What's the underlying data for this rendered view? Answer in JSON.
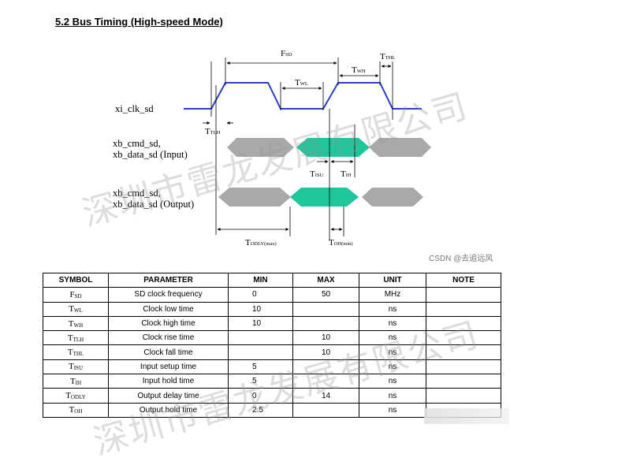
{
  "heading": "5.2 Bus Timing (High-speed Mode)",
  "diagram": {
    "signals": {
      "clk": "xi_clk_sd",
      "input_line1": "xb_cmd_sd,",
      "input_line2": "xb_data_sd (Input)",
      "output_line1": "xb_cmd_sd,",
      "output_line2": "xb_data_sd (Output)"
    },
    "labels": {
      "fsd": {
        "main": "F",
        "sub": "SD"
      },
      "twl": {
        "main": "T",
        "sub": "WL"
      },
      "twh": {
        "main": "T",
        "sub": "WH"
      },
      "tthl": {
        "main": "T",
        "sub": "THL"
      },
      "ttlh": {
        "main": "T",
        "sub": "TLH"
      },
      "tisu": {
        "main": "T",
        "sub": "ISU"
      },
      "tih": {
        "main": "T",
        "sub": "IH"
      },
      "todly": {
        "main": "T",
        "sub": "ODLY(max)"
      },
      "toh": {
        "main": "T",
        "sub": "OH(min)"
      }
    },
    "colors": {
      "clock": "#2b3fc4",
      "valid": "#1ec69b",
      "invalid": "#a9a9a9"
    }
  },
  "credit": "CSDN @去追远风",
  "table": {
    "headers": [
      "SYMBOL",
      "PARAMETER",
      "MIN",
      "MAX",
      "UNIT",
      "NOTE"
    ],
    "rows": [
      {
        "sym": "F",
        "sub": "SD",
        "param": "SD clock frequency",
        "min": "0",
        "max": "50",
        "unit": "MHz",
        "note": ""
      },
      {
        "sym": "T",
        "sub": "WL",
        "param": "Clock low time",
        "min": "10",
        "max": "",
        "unit": "ns",
        "note": ""
      },
      {
        "sym": "T",
        "sub": "WH",
        "param": "Clock high time",
        "min": "10",
        "max": "",
        "unit": "ns",
        "note": ""
      },
      {
        "sym": "T",
        "sub": "TLH",
        "param": "Clock rise time",
        "min": "",
        "max": "10",
        "unit": "ns",
        "note": ""
      },
      {
        "sym": "T",
        "sub": "THL",
        "param": "Clock fall time",
        "min": "",
        "max": "10",
        "unit": "ns",
        "note": ""
      },
      {
        "sym": "T",
        "sub": "ISU",
        "param": "Input setup time",
        "min": "5",
        "max": "",
        "unit": "ns",
        "note": ""
      },
      {
        "sym": "T",
        "sub": "IH",
        "param": "Input hold time",
        "min": "5",
        "max": "",
        "unit": "ns",
        "note": ""
      },
      {
        "sym": "T",
        "sub": "ODLY",
        "param": "Output delay time",
        "min": "0",
        "max": "14",
        "unit": "ns",
        "note": ""
      },
      {
        "sym": "T",
        "sub": "OH",
        "param": "Output hold time",
        "min": "2.5",
        "max": "",
        "unit": "ns",
        "note": ""
      }
    ]
  },
  "watermark": "深圳市雷龙发展有限公司"
}
